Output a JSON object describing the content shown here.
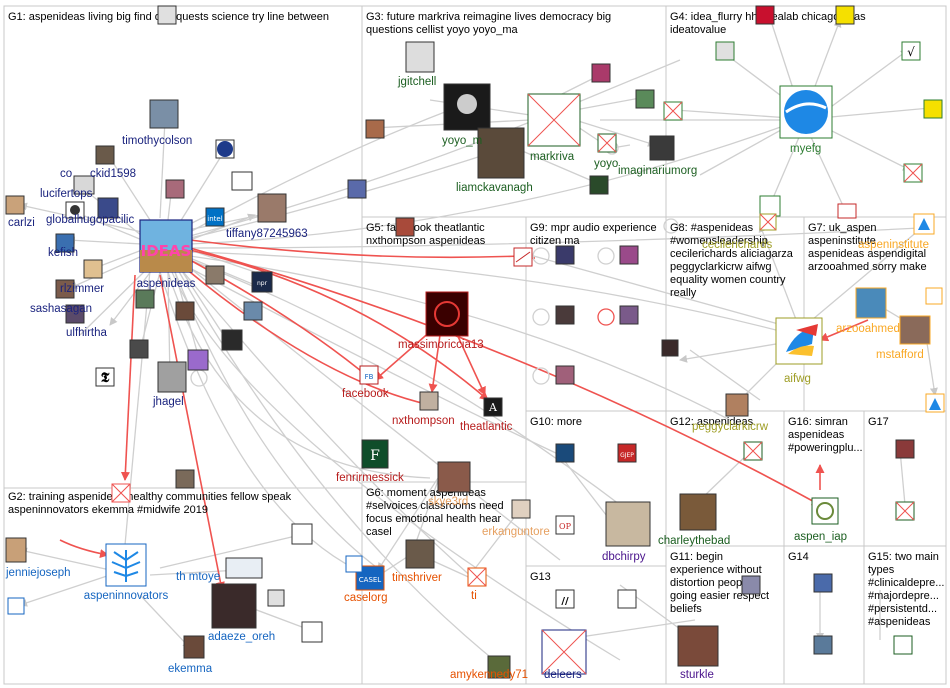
{
  "groups": [
    {
      "id": "G1",
      "title_lines": [
        "G1: aspenideas living big find one quests science try line between"
      ]
    },
    {
      "id": "G2",
      "title_lines": [
        "G2: training aspenideas healthy communities fellow speak",
        "aspeninnovators ekemma #midwife 2019"
      ]
    },
    {
      "id": "G3",
      "title_lines": [
        "G3: future markriva reimagine lives democracy big",
        "questions cellist yoyo yoyo_ma"
      ]
    },
    {
      "id": "G4",
      "title_lines": [
        "G4: idea_flurry hhsidealab chicagoideas",
        "ideatovalue"
      ]
    },
    {
      "id": "G5",
      "title_lines": [
        "G5: facebook theatlantic",
        "nxthompson aspenideas"
      ]
    },
    {
      "id": "G6",
      "title_lines": [
        "G6: moment aspenideas",
        "#selvoices classrooms need",
        "focus emotional health hear",
        "casel"
      ]
    },
    {
      "id": "G7",
      "title_lines": [
        "G7: uk_aspen",
        "aspeninstitute",
        "aspenideas aspendigital",
        "arzooahmed sorry make"
      ]
    },
    {
      "id": "G8",
      "title_lines": [
        "G8: #aspenideas",
        "#womensleadership",
        "cecilerichards aliciagarza",
        "peggyclarkicrw aifwg",
        "equality women country",
        "really"
      ]
    },
    {
      "id": "G9",
      "title_lines": [
        "G9: mpr audio experience",
        "citizen ma"
      ]
    },
    {
      "id": "G10",
      "title_lines": [
        "G10: more"
      ]
    },
    {
      "id": "G11",
      "title_lines": [
        "G11: begin",
        "experience without",
        "distortion people",
        "going easier respect",
        "beliefs"
      ]
    },
    {
      "id": "G12",
      "title_lines": [
        "G12: aspenideas"
      ]
    },
    {
      "id": "G13",
      "title_lines": [
        "G13"
      ]
    },
    {
      "id": "G14",
      "title_lines": [
        "G14"
      ]
    },
    {
      "id": "G15",
      "title_lines": [
        "G15: two main",
        "types",
        "#clinicaldepre...",
        "#majordepre...",
        "#persistentd...",
        "#aspenideas"
      ]
    },
    {
      "id": "G16",
      "title_lines": [
        "G16: simran",
        "aspenideas",
        "#poweringplu..."
      ]
    },
    {
      "id": "G17",
      "title_lines": [
        "G17"
      ]
    }
  ],
  "nodes": [
    {
      "id": "aspenideas",
      "label": "aspenideas",
      "color": "#1a237e"
    },
    {
      "id": "carlzi",
      "label": "carlzi",
      "color": "#1a237e"
    },
    {
      "id": "lucifertops",
      "label": "lucifertops",
      "color": "#1a237e"
    },
    {
      "id": "globalhugopacilic",
      "label": "globalhugopacilic",
      "color": "#1a237e"
    },
    {
      "id": "kefish",
      "label": "kefish",
      "color": "#1a237e"
    },
    {
      "id": "rlzimmer",
      "label": "rlzimmer",
      "color": "#1a237e"
    },
    {
      "id": "sashasagan",
      "label": "sashasagan",
      "color": "#1a237e"
    },
    {
      "id": "ulfhirtha",
      "label": "ulfhirtha",
      "color": "#1a237e"
    },
    {
      "id": "jhagel",
      "label": "jhagel",
      "color": "#1a237e"
    },
    {
      "id": "timothycolson",
      "label": "timothycolson",
      "color": "#1a237e"
    },
    {
      "id": "ckid1598",
      "label": "ckid1598",
      "color": "#1a237e"
    },
    {
      "id": "co",
      "label": "co",
      "color": "#1a237e"
    },
    {
      "id": "tiffany87245963",
      "label": "tiffany87245963",
      "color": "#1a237e"
    },
    {
      "id": "aspeninnovators",
      "label": "aspeninnovators",
      "color": "#1565c0"
    },
    {
      "id": "jenniejoseph",
      "label": "jenniejoseph",
      "color": "#1565c0"
    },
    {
      "id": "ekemma",
      "label": "ekemma",
      "color": "#1565c0"
    },
    {
      "id": "adaeze_oreh",
      "label": "adaeze_oreh",
      "color": "#1565c0"
    },
    {
      "id": "th_mtoye",
      "label": "th       mtoye",
      "color": "#1565c0"
    },
    {
      "id": "jgitchell",
      "label": "jgitchell",
      "color": "#1b5e20"
    },
    {
      "id": "yoyo_ma",
      "label": "yoyo_m",
      "color": "#1b5e20"
    },
    {
      "id": "liamckavanagh",
      "label": "liamckavanagh",
      "color": "#1b5e20"
    },
    {
      "id": "markriva",
      "label": "markriva",
      "color": "#1b5e20"
    },
    {
      "id": "yoyo",
      "label": "yoyo",
      "color": "#1b5e20"
    },
    {
      "id": "imaginariumorg",
      "label": "imaginariumorg",
      "color": "#1b5e20"
    },
    {
      "id": "myefg",
      "label": "myefg",
      "color": "#2e7d32"
    },
    {
      "id": "massimoriccia13",
      "label": "massimoriccia13",
      "color": "#b71c1c"
    },
    {
      "id": "facebook",
      "label": "facebook",
      "color": "#b71c1c"
    },
    {
      "id": "nxthompson",
      "label": "nxthompson",
      "color": "#b71c1c"
    },
    {
      "id": "theatlantic",
      "label": "theatlantic",
      "color": "#b71c1c"
    },
    {
      "id": "fenrirmessick",
      "label": "fenrirmessick",
      "color": "#b71c1c"
    },
    {
      "id": "aifwg",
      "label": "aifwg",
      "color": "#9e9d24"
    },
    {
      "id": "peggyclarkicrw",
      "label": "peggyclarkicrw",
      "color": "#9e9d24"
    },
    {
      "id": "cecilerichards",
      "label": "cecilerichards",
      "color": "#9e9d24"
    },
    {
      "id": "aspeninstitute",
      "label": "aspeninstitute",
      "color": "#f9a825"
    },
    {
      "id": "arzooahmed",
      "label": "arzooahmed",
      "color": "#f9a825"
    },
    {
      "id": "mstafford",
      "label": "mstafford",
      "color": "#f9a825"
    },
    {
      "id": "timshriver",
      "label": "timshriver",
      "color": "#e65100"
    },
    {
      "id": "caselorg",
      "label": "caselorg",
      "color": "#e65100"
    },
    {
      "id": "erkanguntore",
      "label": "erkanguntore",
      "color": "#e65100"
    },
    {
      "id": "amykennedy71",
      "label": "amykennedy71",
      "color": "#e65100"
    },
    {
      "id": "ti",
      "label": "ti",
      "color": "#e65100"
    },
    {
      "id": "skye3rd",
      "label": "skye3rd",
      "color": "#e65100"
    },
    {
      "id": "dbchirpy",
      "label": "dbchirpy",
      "color": "#4a148c"
    },
    {
      "id": "charleythebad",
      "label": "charleythebad",
      "color": "#1b5e20"
    },
    {
      "id": "aspen_iap",
      "label": "aspen_iap",
      "color": "#1b5e20"
    },
    {
      "id": "sturkle",
      "label": "sturkle",
      "color": "#4a148c"
    },
    {
      "id": "deleers",
      "label": "deleers",
      "color": "#1a237e"
    }
  ]
}
